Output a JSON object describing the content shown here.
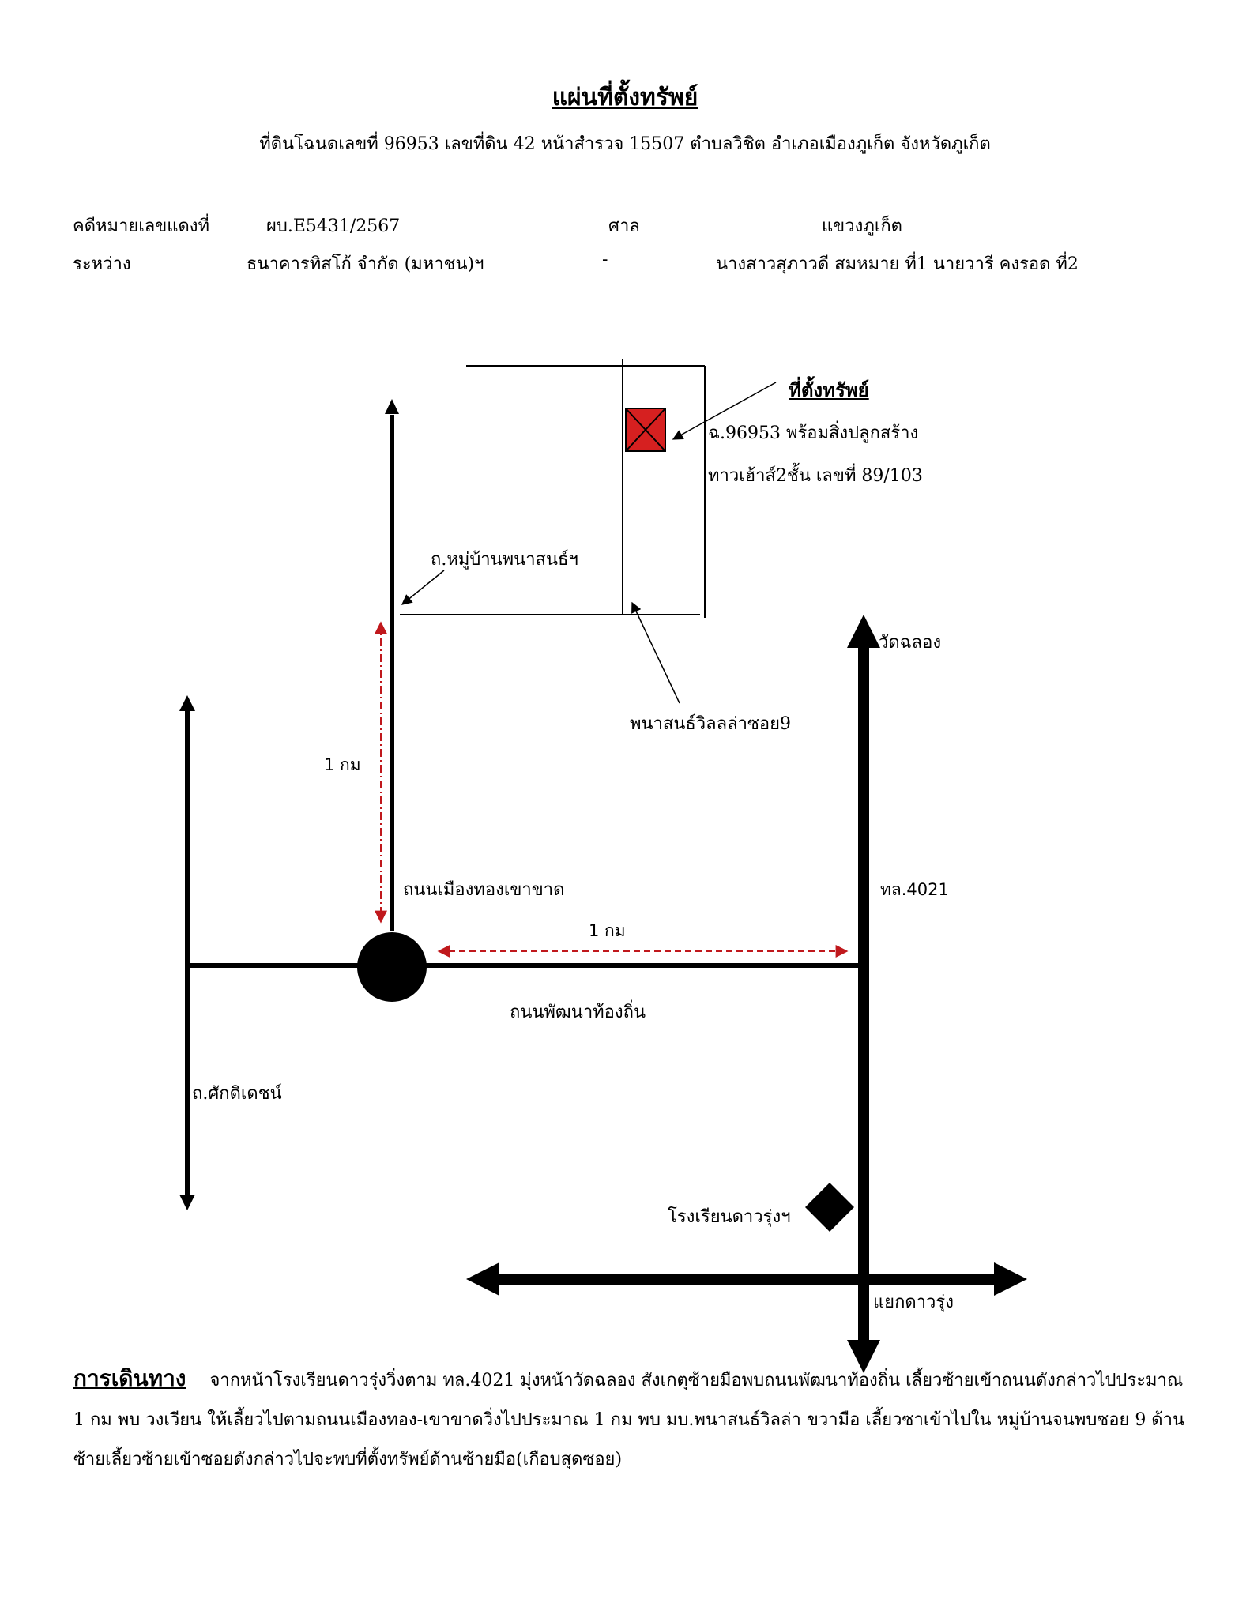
{
  "document": {
    "title": "แผ่นที่ตั้งทรัพย์",
    "subtitle": "ที่ดินโฉนดเลขที่ 96953 เลขที่ดิน 42 หน้าสำรวจ 15507 ตำบลวิชิต อำเภอเมืองภูเก็ต จังหวัดภูเก็ต"
  },
  "case": {
    "label": "คดีหมายเลขแดงที่",
    "number": "ผบ.E5431/2567",
    "court_label": "ศาล",
    "court": "แขวงภูเก็ต",
    "between_label": "ระหว่าง",
    "plaintiff": "ธนาคารทิสโก้ จำกัด (มหาชน)ฯ",
    "separator": "-",
    "defendants": "นางสาวสุภาวดี  สมหมาย ที่1 นายวารี  คงรอด ที่2"
  },
  "map": {
    "property_heading": "ที่ตั้งทรัพย์",
    "property_line1": "ฉ.96953 พร้อมสิ่งปลูกสร้าง",
    "property_line2": "ทาวเฮ้าส์2ชั้น เลขที่ 89/103",
    "road_village": "ถ.หมู่บ้านพนาสนธ์ฯ",
    "soi_label": "พนาสนธ์วิลลล่าซอย9",
    "wat_label": "วัดฉลอง",
    "distance_vertical": "1 กม",
    "road_muang": "ถนนเมืองทองเขาขาด",
    "highway": "ทล.4021",
    "distance_horizontal": "1 กม",
    "road_pattana": "ถนนพัฒนาท้องถิ่น",
    "road_sakdidet": "ถ.ศักดิเดชน์",
    "school": "โรงเรียนดาวรุ่งฯ",
    "junction": "แยกดาวรุ่ง",
    "colors": {
      "ink": "#000000",
      "property_fill": "#d62020",
      "distance_marker": "#c0181c"
    }
  },
  "directions": {
    "heading": "การเดินทาง",
    "text": "จากหน้าโรงเรียนดาวรุ่งวิ่งตาม ทล.4021 มุ่งหน้าวัดฉลอง สังเกตุซ้ายมือพบถนนพัฒนาท้องถิ่น เลี้ยวซ้ายเข้าถนนดังกล่าวไปประมาณ 1 กม พบ วงเวียน ให้เลี้ยวไปตามถนนเมืองทอง-เขาขาดวิ่งไปประมาณ 1 กม พบ มบ.พนาสนธ์วิลล่า ขวามือ เลี้ยวซาเข้าไปใน หมู่บ้านจนพบซอย 9 ด้านซ้ายเลี้ยวซ้ายเข้าซอยดังกล่าวไปจะพบที่ตั้งทรัพย์ด้านซ้ายมือ(เกือบสุดซอย)"
  }
}
